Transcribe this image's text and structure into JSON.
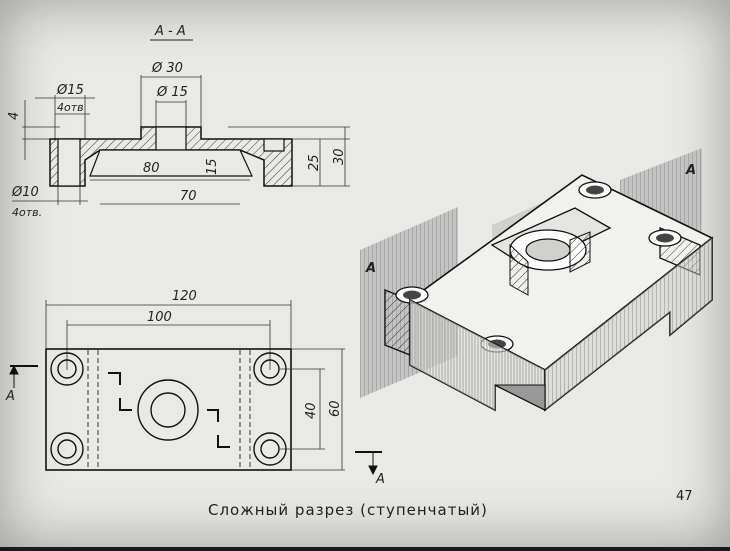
{
  "section_title": "A - A",
  "section_dims": {
    "d30": "Ø 30",
    "d15_top": "Ø 15",
    "d15_left": "Ø15",
    "count4_a": "4отв",
    "h4": "4",
    "w80": "80",
    "h15": "15",
    "w70": "70",
    "h25": "25",
    "h30": "30",
    "d10": "Ø10",
    "count4_b": "4отв."
  },
  "plan_dims": {
    "w120": "120",
    "w100": "100",
    "h40": "40",
    "h60": "60",
    "mark_left": "A",
    "mark_right": "A"
  },
  "iso_labels": {
    "left": "A",
    "right": "A"
  },
  "caption": "Сложный разрез (ступенчатый)",
  "page_number": "47"
}
